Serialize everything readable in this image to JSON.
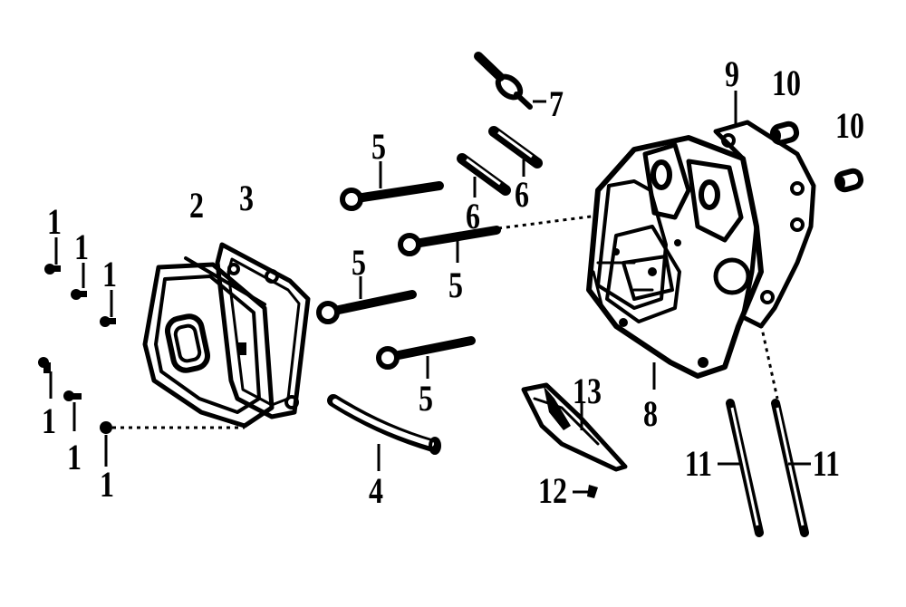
{
  "diagram": {
    "type": "exploded-parts-diagram",
    "callouts": {
      "bolt_left_1": "1",
      "bolt_left_2": "1",
      "bolt_left_3": "1",
      "bolt_left_4": "1",
      "bolt_left_5": "1",
      "bolt_left_6": "1",
      "valve_cover": "2",
      "cover_gasket": "3",
      "breather_tube": "4",
      "head_bolt_1": "5",
      "head_bolt_2": "5",
      "head_bolt_3": "5",
      "head_bolt_4": "5",
      "stud_1": "6",
      "stud_2": "6",
      "spark_plug": "7",
      "cylinder_head": "8",
      "head_gasket": "9",
      "dowel_pin_1": "10",
      "dowel_pin_2": "10",
      "push_rod_1": "11",
      "push_rod_2": "11",
      "screw": "12",
      "deflector": "13"
    }
  }
}
